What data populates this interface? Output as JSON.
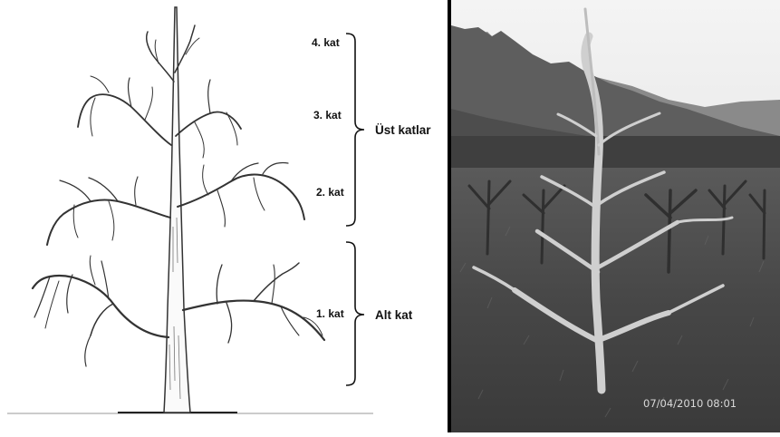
{
  "diagram": {
    "tier_labels": [
      "4. kat",
      "3. kat",
      "2. kat",
      "1. kat"
    ],
    "groups": {
      "upper": "Üst katlar",
      "lower": "Alt kat"
    }
  },
  "photo": {
    "timestamp": "07/04/2010 08:01"
  }
}
